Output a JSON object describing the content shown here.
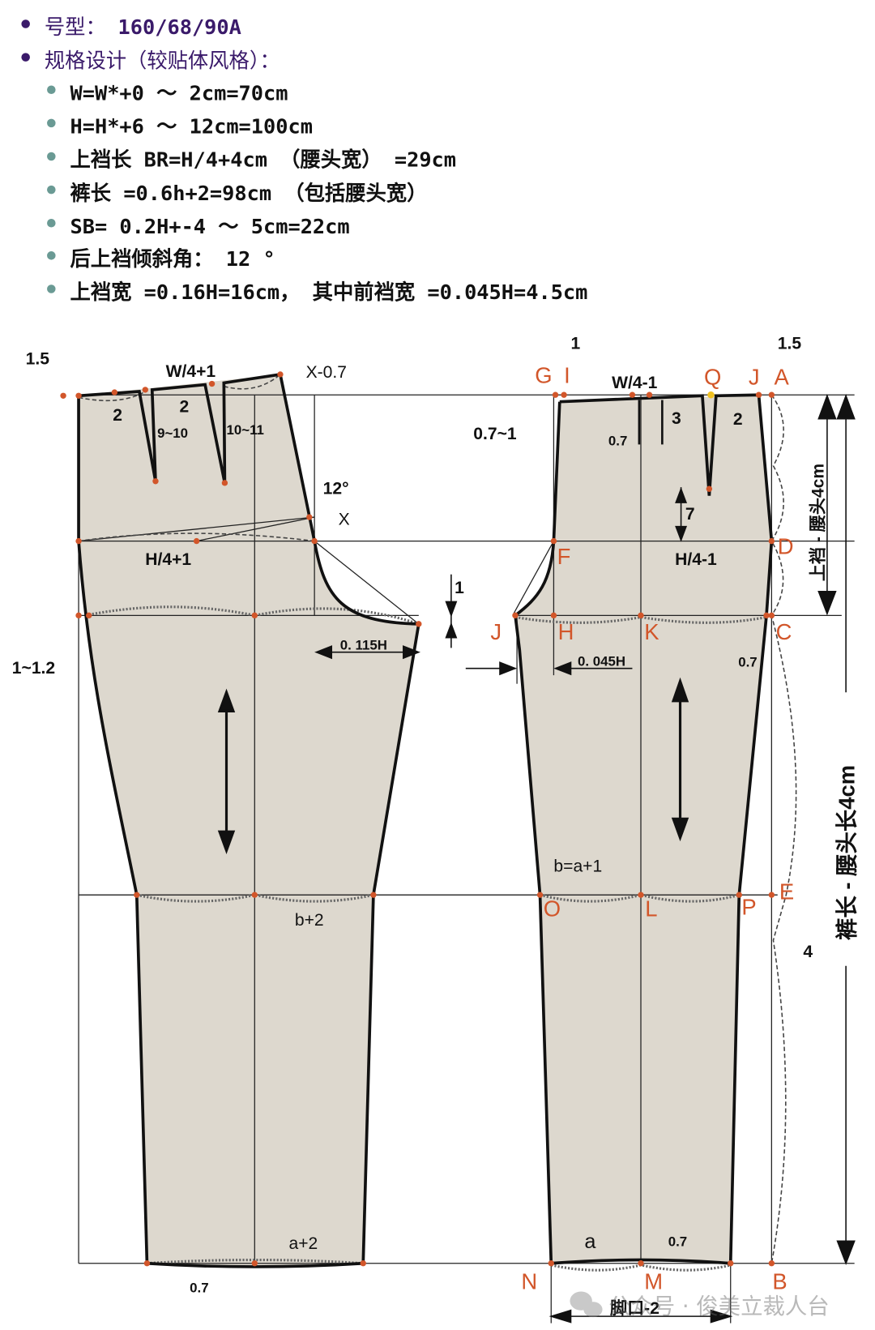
{
  "header": {
    "items": [
      {
        "prefix": "号型：",
        "value": "160/68/90A"
      },
      {
        "text": "规格设计（较贴体风格）："
      }
    ],
    "specs": [
      "W=W*+0 ～ 2cm=70cm",
      "H=H*+6  ～  12cm=100cm",
      "上裆长 BR=H/4+4cm （腰头宽） =29cm",
      "裤长 =0.6h+2=98cm （包括腰头宽）",
      "SB= 0.2H+-4 ～ 5cm=22cm",
      "后上裆倾斜角： 12 °",
      "上裆宽 =0.16H=16cm， 其中前裆宽 =0.045H=4.5cm"
    ]
  },
  "colors": {
    "bullet_primary": "#3a1a6a",
    "bullet_secondary": "#6a9a94",
    "point": "#d2562a",
    "fabric": "#ddd8ce"
  },
  "back_piece": {
    "waist_raise": "1.5",
    "waist_formula": "W/4+1",
    "waist_offset": "X-0.7",
    "dart_gap_1": "2",
    "dart_gap_2": "2",
    "dart_len_1": "9~10",
    "dart_len_2": "10~11",
    "angle": "12°",
    "x_mark": "X",
    "hip_formula": "H/4+1",
    "side_in": "1~1.2",
    "crotch_drop": "1",
    "crotch_width": "0. 115H",
    "knee": "b+2",
    "hem": "a+2",
    "hem_drop": "0.7"
  },
  "front_piece": {
    "top_1": "1",
    "top_15": "1.5",
    "waist_formula": "W/4-1",
    "center_in": "0.7~1",
    "pleat_07": "0.7",
    "pleat_3": "3",
    "dart_2": "2",
    "dart_7": "7",
    "hip_formula": "H/4-1",
    "crotch_width": "0. 045H",
    "side_07": "0.7",
    "knee": "b=a+1",
    "hem_a": "a",
    "hem_07": "0.7",
    "hem_label": "脚口-2",
    "side_4": "4",
    "rise_label": "上裆 - 腰头4cm",
    "length_label": "裤长 - 腰头长4cm",
    "points": {
      "G": "G",
      "I": "I",
      "Q": "Q",
      "J": "J",
      "A": "A",
      "F": "F",
      "D": "D",
      "J2": "J",
      "H": "H",
      "K": "K",
      "C": "C",
      "O": "O",
      "L": "L",
      "P": "P",
      "E": "E",
      "N": "N",
      "M": "M",
      "B": "B"
    }
  },
  "watermark": "公众号 · 俊美立裁人台"
}
